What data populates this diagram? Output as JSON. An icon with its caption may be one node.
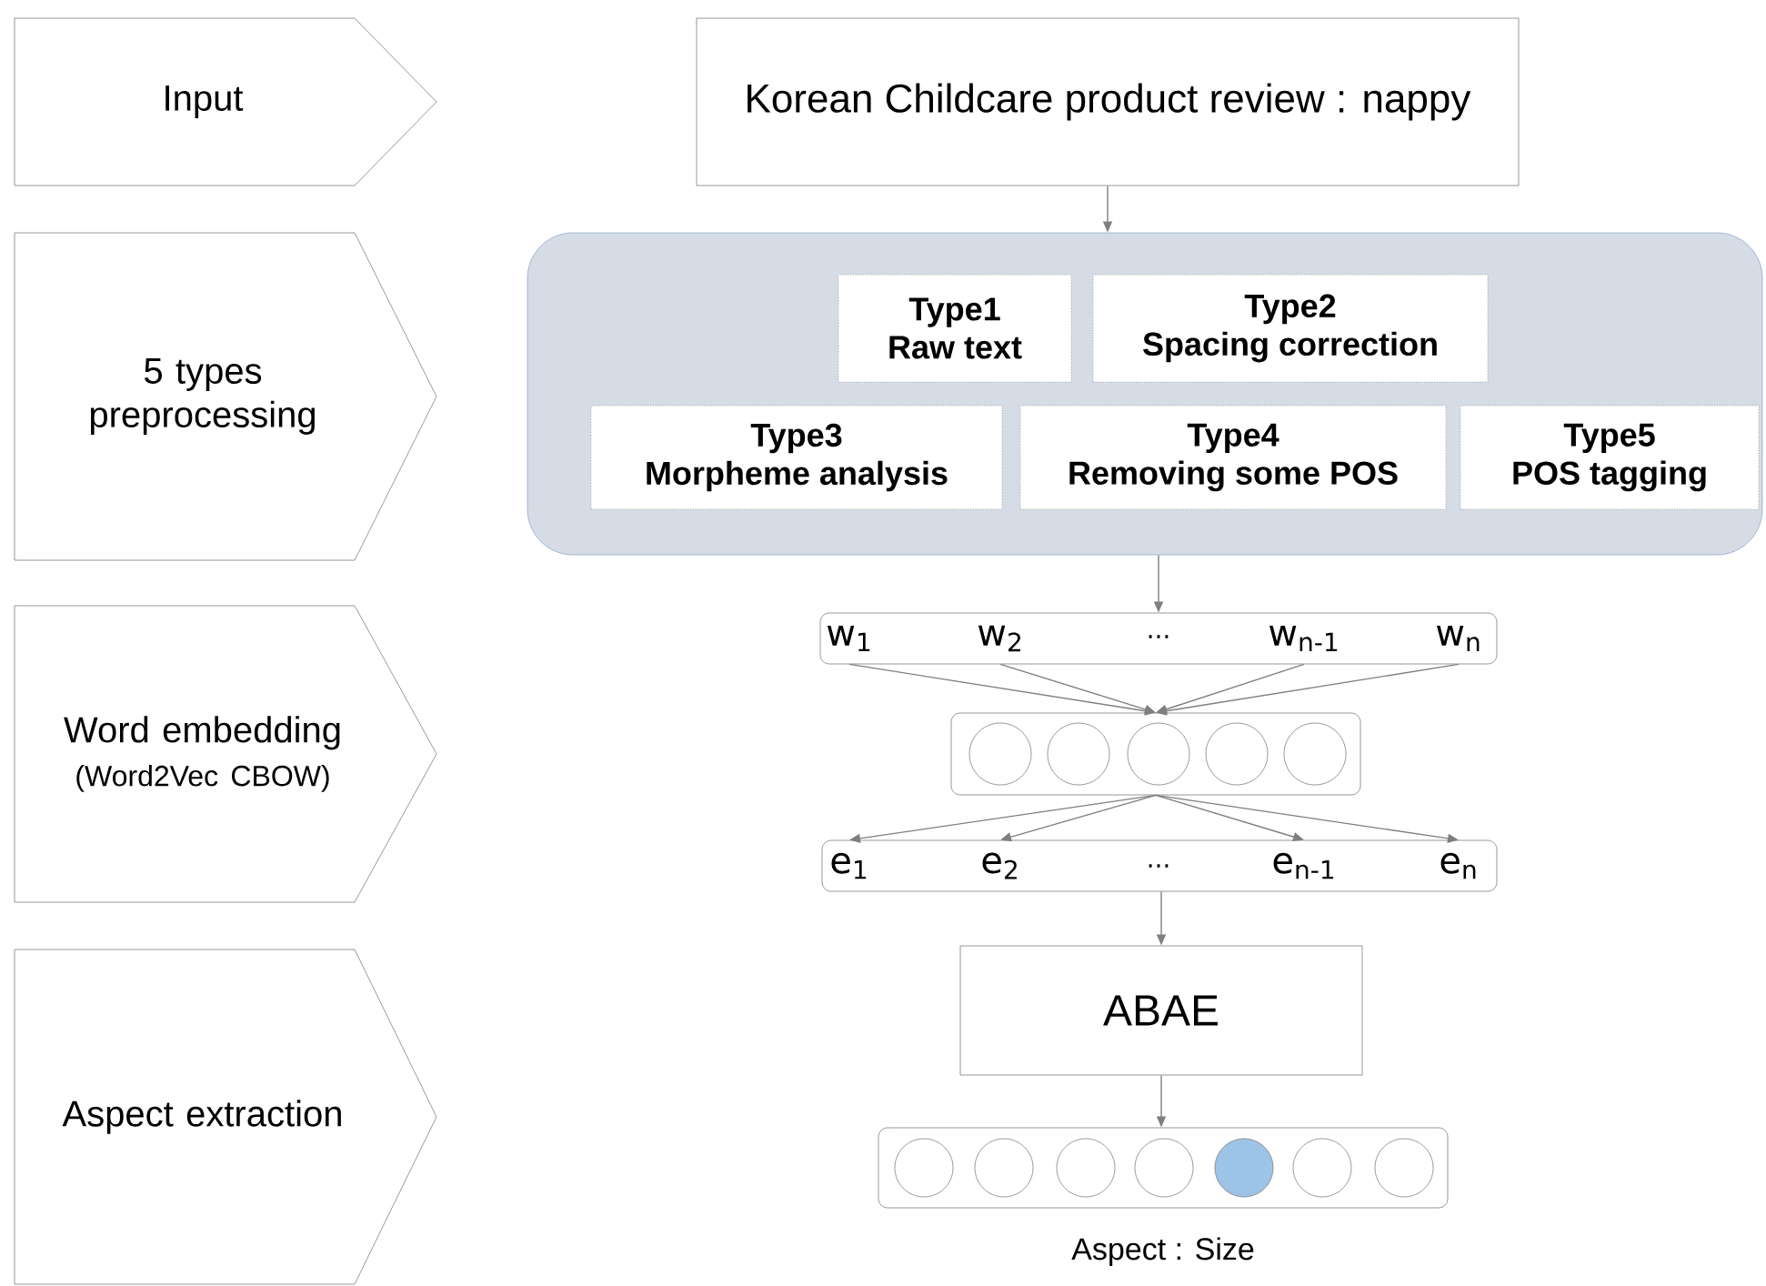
{
  "diagram": {
    "nodes": [
      {
        "text": [
          "Input"
        ]
      },
      {
        "text": [
          "5 types preprocessing"
        ]
      },
      {
        "text": [
          "Word embedding",
          "(Word2Vec CBOW)"
        ]
      },
      {
        "text": [
          "Aspect extraction"
        ]
      },
      {
        "text": [
          "Korean Childcare product review : nappy"
        ]
      },
      {
        "text": [],
        "shape": "box"
      },
      {
        "text": [
          "Type1",
          "Raw text"
        ],
        "in": 5
      },
      {
        "text": [
          "Type2",
          "Spacing correction"
        ],
        "in": 5
      },
      {
        "text": [
          "Type3",
          "Morpheme analysis"
        ],
        "in": 5
      },
      {
        "text": [
          "Type4",
          "Removing some POS"
        ],
        "in": 5
      },
      {
        "text": [
          "Type5",
          "POS tagging"
        ],
        "in": 5
      },
      {
        "text": [],
        "shape": "box"
      },
      {
        "text": [
          "w$_{1}$"
        ],
        "in": 11
      },
      {
        "text": [
          "w$_{2}$"
        ],
        "in": 11
      },
      {
        "text": [
          "w$_{n-1}$"
        ],
        "in": 11
      },
      {
        "text": [
          "w$_{n}$"
        ],
        "in": 11
      },
      {
        "text": [],
        "shape": "box"
      },
      {
        "text": [],
        "shape": "circle",
        "in": 16
      },
      {
        "text": [],
        "shape": "circle",
        "in": 16
      },
      {
        "text": [],
        "shape": "circle",
        "in": 16
      },
      {
        "text": [],
        "shape": "circle",
        "in": 16
      },
      {
        "text": [],
        "shape": "circle",
        "in": 16
      },
      {
        "text": [],
        "shape": "box"
      },
      {
        "text": [
          "e$_{1}$"
        ],
        "in": 22
      },
      {
        "text": [
          "e$_{2}$"
        ],
        "in": 22
      },
      {
        "text": [
          "e$_{n-1}$"
        ],
        "in": 22
      },
      {
        "text": [
          "e$_{n}$"
        ],
        "in": 22
      },
      {
        "text": [
          "ABAE"
        ]
      },
      {
        "text": [],
        "shape": "box",
        "beside": [
          "Aspect : Size"
        ]
      },
      {
        "text": [],
        "shape": "circle",
        "in": 28
      },
      {
        "text": [],
        "shape": "circle",
        "in": 28
      },
      {
        "text": [],
        "shape": "circle",
        "in": 28
      },
      {
        "text": [],
        "shape": "circle",
        "in": 28
      },
      {
        "text": [],
        "shape": "circle",
        "in": 28
      },
      {
        "text": [],
        "shape": "circle",
        "in": 28
      },
      {
        "text": [],
        "shape": "circle",
        "in": 28
      }
    ],
    "edges": [
      {
        "from": 4,
        "to": 5,
        "arrow": "to"
      },
      {
        "from": 5,
        "to": 11,
        "arrow": "to"
      },
      {
        "from": 12,
        "to": 16,
        "arrow": "to"
      },
      {
        "from": 13,
        "to": 16,
        "arrow": "to"
      },
      {
        "from": 14,
        "to": 16,
        "arrow": "to"
      },
      {
        "from": 15,
        "to": 16,
        "arrow": "to"
      },
      {
        "from": 16,
        "to": 23,
        "arrow": "to"
      },
      {
        "from": 16,
        "to": 24,
        "arrow": "to"
      },
      {
        "from": 16,
        "to": 25,
        "arrow": "to"
      },
      {
        "from": 16,
        "to": 26,
        "arrow": "to"
      },
      {
        "from": 22,
        "to": 27,
        "arrow": "to"
      },
      {
        "from": 27,
        "to": 28,
        "arrow": "to"
      }
    ],
    "labels": [
      "...",
      "..."
    ]
  }
}
